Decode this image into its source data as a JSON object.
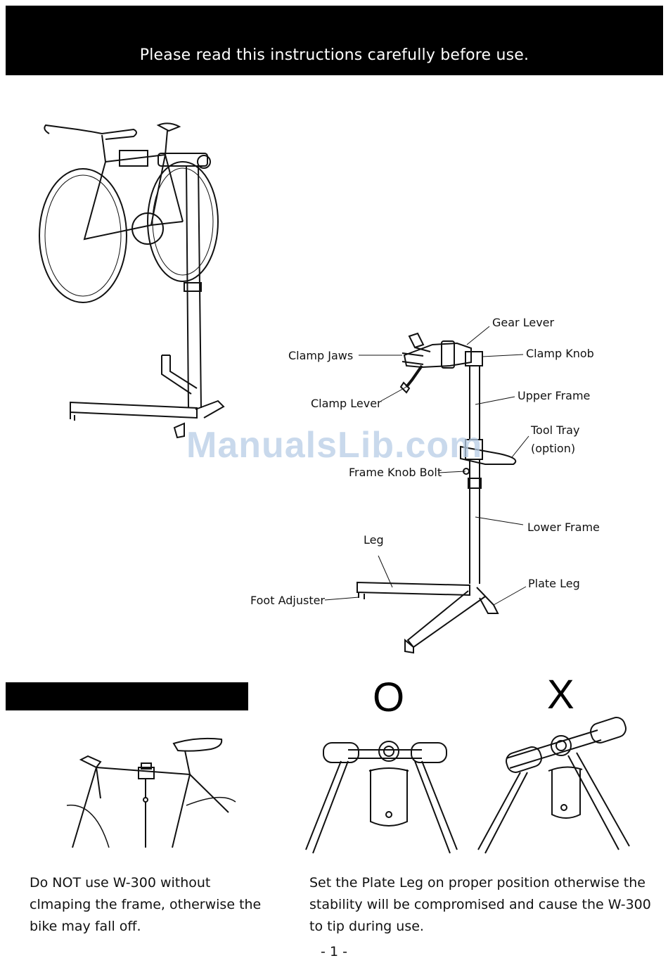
{
  "header": {
    "text": "Please read this instructions carefully before use."
  },
  "watermark": "ManualsLib.com",
  "parts": {
    "gear_lever": "Gear Lever",
    "clamp_jaws": "Clamp Jaws",
    "clamp_knob": "Clamp Knob",
    "clamp_lever": "Clamp Lever",
    "upper_frame": "Upper Frame",
    "tool_tray": "Tool Tray",
    "tool_tray_option": "(option)",
    "frame_knob_bolt": "Frame Knob Bolt",
    "lower_frame": "Lower Frame",
    "leg": "Leg",
    "plate_leg": "Plate Leg",
    "foot_adjuster": "Foot Adjuster"
  },
  "marks": {
    "correct": "O",
    "wrong": "X"
  },
  "captions": {
    "left": [
      "Do NOT use W-300 without",
      "clmaping the frame, otherwise the",
      "bike may fall off."
    ],
    "right": [
      "Set the Plate Leg on proper position otherwise the",
      "stability will be compromised and cause the W-300",
      "to tip during use."
    ]
  },
  "footer": {
    "page": "- 1 -"
  }
}
